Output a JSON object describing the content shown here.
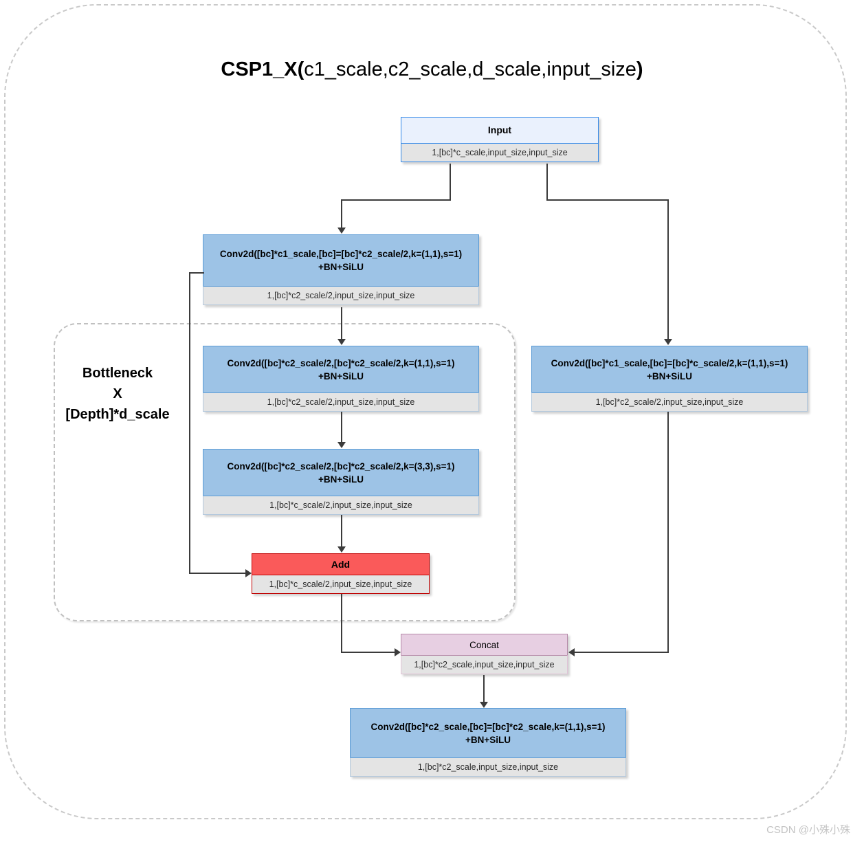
{
  "diagram": {
    "title_bold": "CSP1_X(",
    "title_rest": "c1_scale,c2_scale,d_scale,input_size",
    "title_close": ")",
    "bottleneck_label_line1": "Bottleneck",
    "bottleneck_label_line2": "X",
    "bottleneck_label_line3": "[Depth]*d_scale",
    "watermark": "CSDN @小殊小殊"
  },
  "colors": {
    "conv_header": "#9dc3e6",
    "conv_border": "#5b9bd5",
    "input_header": "#eaf1fd",
    "input_border": "#2f86e8",
    "add_header": "#fa5a5a",
    "add_border": "#c00000",
    "concat_header": "#e7cfe2",
    "concat_border": "#b58aa8",
    "shape_footer": "#e4e4e4",
    "connector": "#3b3b3b",
    "frame_dashed": "#c9c9c9"
  },
  "nodes": {
    "input": {
      "title": "Input",
      "shape": "1,[bc]*c_scale,input_size,input_size"
    },
    "conv_left_1": {
      "title": "Conv2d([bc]*c1_scale,[bc]=[bc]*c2_scale/2,k=(1,1),s=1)\n+BN+SiLU",
      "shape": "1,[bc]*c2_scale/2,input_size,input_size"
    },
    "conv_bn_1": {
      "title": "Conv2d([bc]*c2_scale/2,[bc]*c2_scale/2,k=(1,1),s=1)\n+BN+SiLU",
      "shape": "1,[bc]*c2_scale/2,input_size,input_size"
    },
    "conv_bn_2": {
      "title": "Conv2d([bc]*c2_scale/2,[bc]*c2_scale/2,k=(3,3),s=1)\n+BN+SiLU",
      "shape": "1,[bc]*c_scale/2,input_size,input_size"
    },
    "add": {
      "title": "Add",
      "shape": "1,[bc]*c_scale/2,input_size,input_size"
    },
    "conv_right_1": {
      "title": "Conv2d([bc]*c1_scale,[bc]=[bc]*c_scale/2,k=(1,1),s=1)\n+BN+SiLU",
      "shape": "1,[bc]*c2_scale/2,input_size,input_size"
    },
    "concat": {
      "title": "Concat",
      "shape": "1,[bc]*c2_scale,input_size,input_size"
    },
    "conv_out": {
      "title": "Conv2d([bc]*c2_scale,[bc]=[bc]*c2_scale,k=(1,1),s=1)\n+BN+SiLU",
      "shape": "1,[bc]*c2_scale,input_size,input_size"
    }
  },
  "edges": [
    {
      "from": "input",
      "to": "conv_left_1"
    },
    {
      "from": "input",
      "to": "conv_right_1"
    },
    {
      "from": "conv_left_1",
      "to": "conv_bn_1"
    },
    {
      "from": "conv_left_1",
      "to": "add",
      "kind": "skip"
    },
    {
      "from": "conv_bn_1",
      "to": "conv_bn_2"
    },
    {
      "from": "conv_bn_2",
      "to": "add"
    },
    {
      "from": "add",
      "to": "concat"
    },
    {
      "from": "conv_right_1",
      "to": "concat"
    },
    {
      "from": "concat",
      "to": "conv_out"
    }
  ]
}
